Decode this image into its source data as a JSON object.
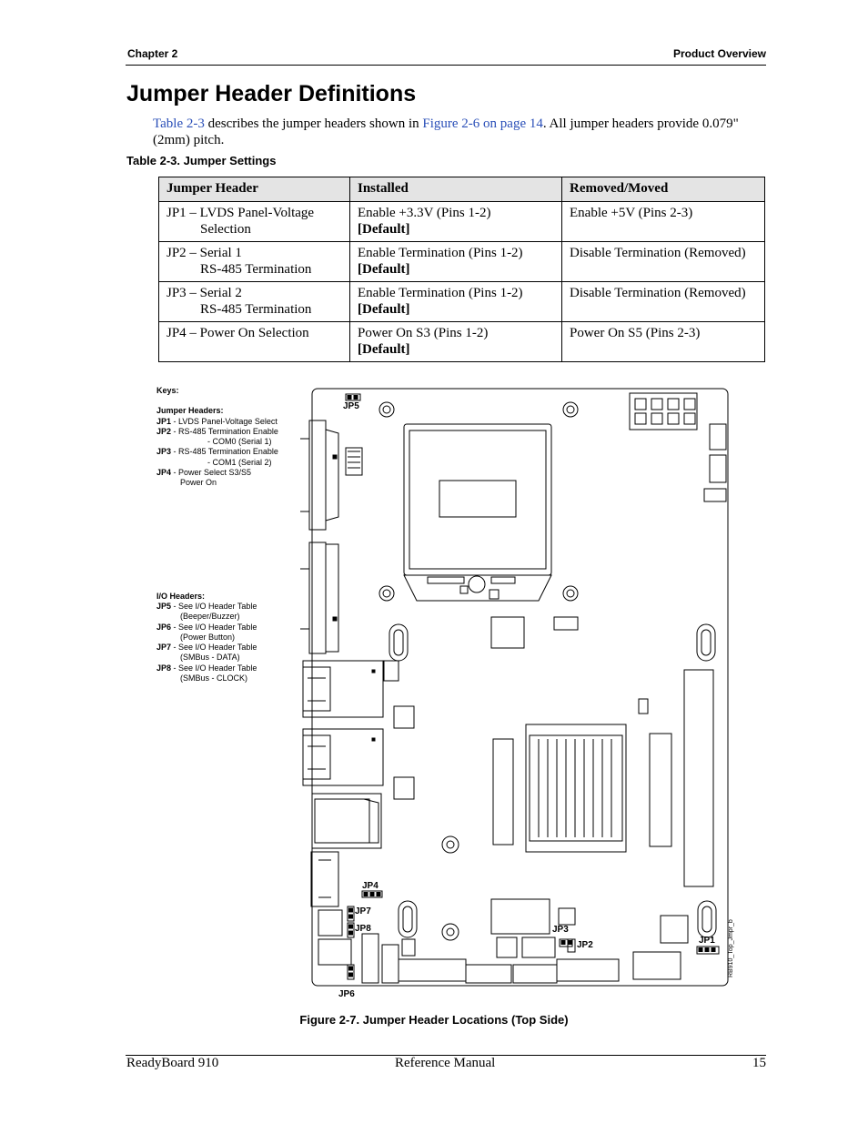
{
  "header": {
    "chapter": "Chapter 2",
    "section": "Product Overview"
  },
  "title": "Jumper Header Definitions",
  "intro": {
    "link1": "Table 2-3",
    "text1": " describes the jumper headers shown in ",
    "link2": "Figure 2-6 on page 14",
    "text2": ". All jumper headers provide 0.079\" (2mm) pitch."
  },
  "table": {
    "caption": "Table 2-3.   Jumper Settings",
    "headers": [
      "Jumper Header",
      "Installed",
      "Removed/Moved"
    ],
    "rows": [
      {
        "h1": "JP1 – LVDS Panel-Voltage",
        "h2": "Selection",
        "i1": "Enable +3.3V (Pins 1-2)",
        "i2": "[Default]",
        "r": "Enable +5V (Pins 2-3)"
      },
      {
        "h1": "JP2 – Serial 1",
        "h2": "RS-485 Termination",
        "i1": "Enable Termination (Pins 1-2)",
        "i2": "[Default]",
        "r": "Disable Termination (Removed)"
      },
      {
        "h1": "JP3 – Serial 2",
        "h2": "RS-485 Termination",
        "i1": "Enable Termination (Pins 1-2)",
        "i2": "[Default]",
        "r": "Disable Termination (Removed)"
      },
      {
        "h1": "JP4 – Power On Selection",
        "h2": "",
        "i1": "Power On S3 (Pins 1-2)",
        "i2": "[Default]",
        "r": "Power On S5 (Pins 2-3)"
      }
    ]
  },
  "keys": {
    "title": "Keys:",
    "jumper_title": "Jumper Headers:",
    "jp1_id": "JP1",
    "jp1_text": " - LVDS Panel-Voltage Select",
    "jp2_id": "JP2",
    "jp2_text": " - RS-485 Termination Enable",
    "jp2_sub": "- COM0 (Serial 1)",
    "jp3_id": "JP3",
    "jp3_text": " - RS-485 Termination Enable",
    "jp3_sub": "- COM1 (Serial 2)",
    "jp4_id": "JP4",
    "jp4_text": " - Power Select S3/S5",
    "jp4_sub": "Power On",
    "io_title": "I/O Headers:",
    "jp5_id": "JP5",
    "jp5_text": " - See I/O Header Table",
    "jp5_sub": "(Beeper/Buzzer)",
    "jp6_id": "JP6",
    "jp6_text": " - See I/O Header Table",
    "jp6_sub": "(Power Button)",
    "jp7_id": "JP7",
    "jp7_text": " - See I/O Header Table",
    "jp7_sub": "(SMBus - DATA)",
    "jp8_id": "JP8",
    "jp8_text": " - See I/O Header Table",
    "jp8_sub": "(SMBus - CLOCK)"
  },
  "board_labels": {
    "jp5": "JP5",
    "jp4": "JP4",
    "jp7": "JP7",
    "jp8": "JP8",
    "jp6": "JP6",
    "jp3": "JP3",
    "jp2": "JP2",
    "jp1": "JP1",
    "drawing_id": "RB910_Top_Jmpr_b"
  },
  "figure_caption": "Figure  2-7.   Jumper Header Locations (Top Side)",
  "footer": {
    "left": "ReadyBoard 910",
    "center": "Reference Manual",
    "right": "15"
  }
}
